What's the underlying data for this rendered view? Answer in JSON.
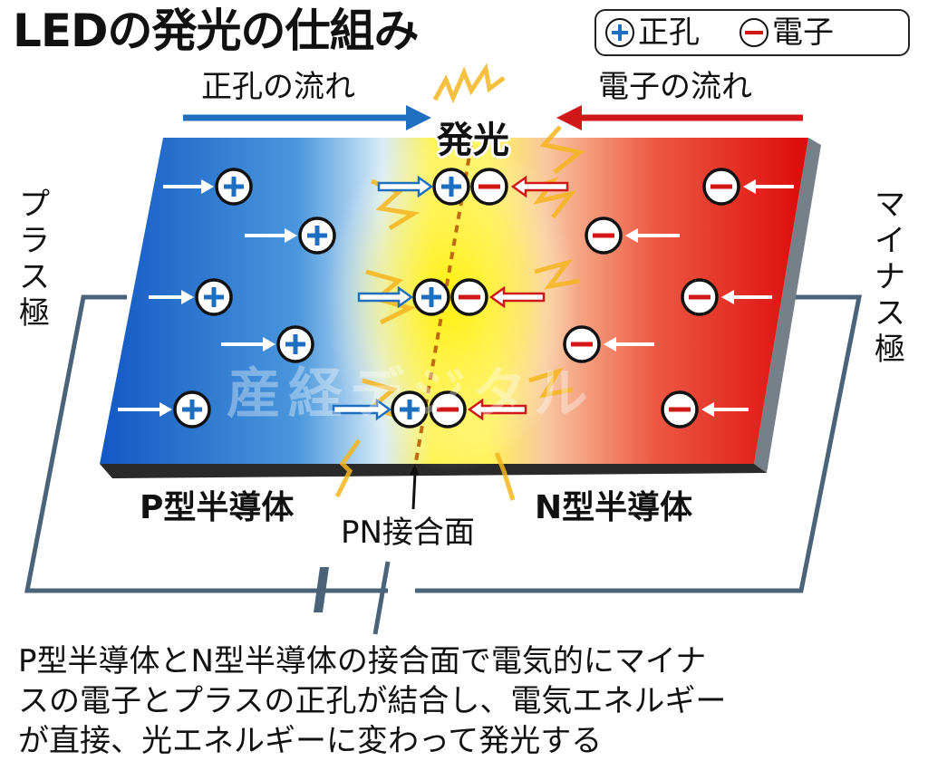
{
  "title": "LEDの発光の仕組み",
  "legend": {
    "hole": {
      "symbol": "plus-circle-icon",
      "label": "正孔",
      "color": "#1f6fc0"
    },
    "electron": {
      "symbol": "minus-circle-icon",
      "label": "電子",
      "color": "#d01818"
    }
  },
  "flows": {
    "hole_flow": {
      "label": "正孔の流れ",
      "direction": "right",
      "color": "#1f6fc0"
    },
    "electron_flow": {
      "label": "電子の流れ",
      "direction": "left",
      "color": "#d01818"
    }
  },
  "emission_label": "発光",
  "poles": {
    "plus": "プラス極",
    "minus": "マイナス極"
  },
  "regions": {
    "p_type": "P型半導体",
    "n_type": "N型半導体",
    "junction": "PN接合面"
  },
  "watermark": "産経デジタル",
  "description": {
    "lines": [
      "P型半導体とN型半導体の接合面で電気的にマイナ",
      "スの電子とプラスの正孔が結合し、電気エネルギー",
      "が直接、光エネルギーに変わって発光する"
    ]
  },
  "colors": {
    "p_region": "#1565c8",
    "junction_glow": "#fff23a",
    "n_region": "#e01010",
    "slab_edge": "#2a2a2a",
    "wire": "#4a6378"
  }
}
